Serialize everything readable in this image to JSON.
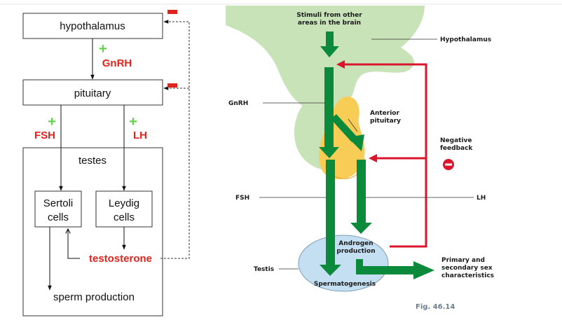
{
  "left_diagram": {
    "hypothalamus": "hypothalamus",
    "gnrh": "GnRH",
    "pituitary": "pituitary",
    "fsh": "FSH",
    "lh": "LH",
    "testes": "testes",
    "sertoli_line1": "Sertoli",
    "sertoli_line2": "cells",
    "leydig_line1": "Leydig",
    "leydig_line2": "cells",
    "testosterone": "testosterone",
    "sperm": "sperm production",
    "plus": "+",
    "minus": "−"
  },
  "right_figure": {
    "stimuli_line1": "Stimuli from other",
    "stimuli_line2": "areas in the brain",
    "hypothalamus": "Hypothalamus",
    "gnrh": "GnRH",
    "anterior_line1": "Anterior",
    "anterior_line2": "pituitary",
    "negative_line1": "Negative",
    "negative_line2": "feedback",
    "fsh": "FSH",
    "lh": "LH",
    "androgen_line1": "Androgen",
    "androgen_line2": "production",
    "testis": "Testis",
    "spermatogenesis": "Spermatogenesis",
    "primary_line1": "Primary and",
    "primary_line2": "secondary sex",
    "primary_line3": "characteristics",
    "fig": "Fig. 46.14"
  },
  "colors": {
    "red": "#e0231c",
    "plus_green": "#5fd34a",
    "arrow_green": "#0c8a3c",
    "brain_green": "#c9e3b9",
    "pituitary_yellow": "#f7cd55",
    "testis_blue": "#c4dff2",
    "feedback_red": "#d9162b"
  }
}
